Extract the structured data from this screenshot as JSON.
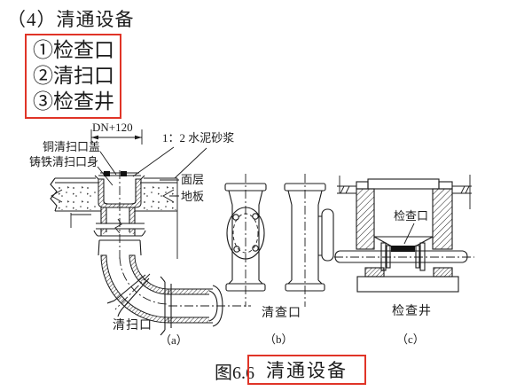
{
  "title": "（4）清通设备",
  "bullet_box": {
    "items": [
      "①检查口",
      "②清扫口",
      "③检查井"
    ]
  },
  "figure": {
    "annotations": {
      "dimension": "DN+120",
      "mortar": "1：2 水泥砂浆",
      "copper_cover": "铜清扫口盖",
      "iron_body": "铸铁清扫口身",
      "surface_layer": "面层",
      "floor_slab": "地板",
      "label_a": "清扫口",
      "sub_a": "（a）",
      "label_b": "清查口",
      "sub_b": "（b）",
      "label_c_opening": "检查口",
      "label_c": "检查井",
      "sub_c": "（c）"
    },
    "caption_prefix": "图6.6",
    "caption_boxed": "清通设备"
  },
  "colors": {
    "accent_red": "#e03427",
    "ink": "#1b1b1b"
  }
}
